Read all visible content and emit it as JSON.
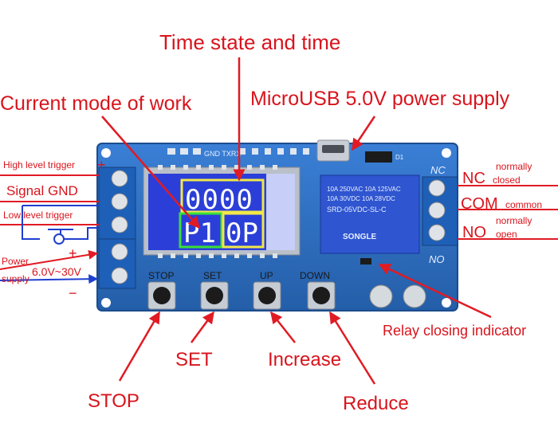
{
  "annotations": {
    "time_state": "Time state and time",
    "current_mode": "Current mode of work",
    "microusb": "MicroUSB 5.0V power supply",
    "high_trigger": "High level trigger",
    "signal_gnd": "Signal GND",
    "low_trigger": "Low level trigger",
    "power": "Power",
    "supply": "supply",
    "voltage": "6.0V~30V",
    "nc": "NC",
    "nc_note1": "normally",
    "nc_note2": "closed",
    "com": "COM",
    "com_note": "common",
    "no": "NO",
    "no_note1": "normally",
    "no_note2": "open",
    "relay_indicator": "Relay closing indicator",
    "stop": "STOP",
    "set": "SET",
    "increase": "Increase",
    "reduce": "Reduce",
    "plus": "+",
    "minus": "−"
  },
  "board": {
    "header_label": "GND TXRX",
    "d1": "D1",
    "nc_silk": "NC",
    "no_silk": "NO",
    "btn_stop": "STOP",
    "btn_set": "SET",
    "btn_up": "UP",
    "btn_down": "DOWN",
    "relay_lines": [
      "10A 250VAC 10A 125VAC",
      "10A 30VDC 10A 28VDC",
      "SRD-05VDC-SL-C",
      "SONGLE"
    ]
  },
  "lcd": {
    "top_digits": "0000",
    "mode": "P1",
    "bottom_digits": "0P"
  },
  "colors": {
    "pcb": "#2f6fc4",
    "lcd": "#2b3fd8",
    "annotation": "#e01b24",
    "mode_box": "#3adf3a",
    "time_box": "#f1e84a"
  }
}
